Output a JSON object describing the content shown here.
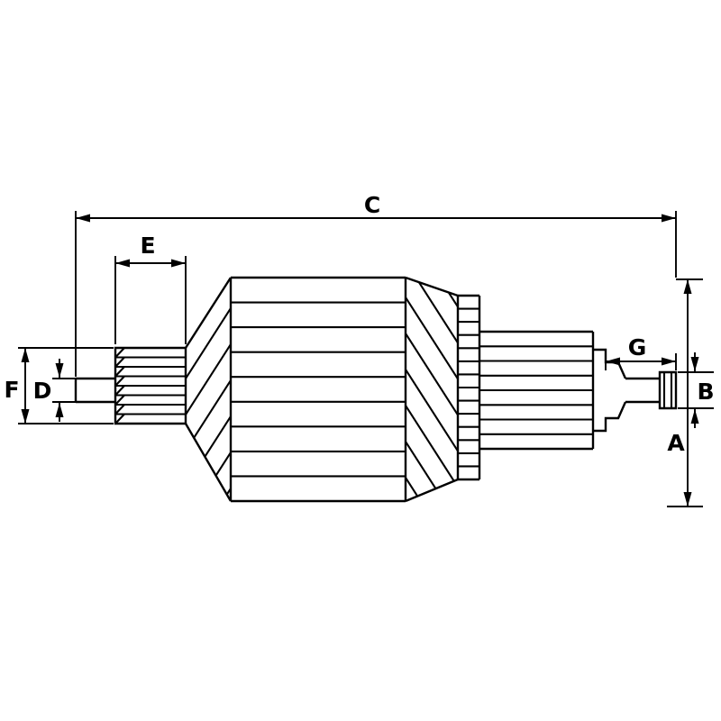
{
  "page": {
    "background_color": "#ffffff",
    "line_color": "#000000"
  },
  "drawing": {
    "labels": {
      "C": "C",
      "E": "E",
      "G": "G",
      "A": "A",
      "B": "B",
      "D": "D",
      "F": "F"
    }
  }
}
